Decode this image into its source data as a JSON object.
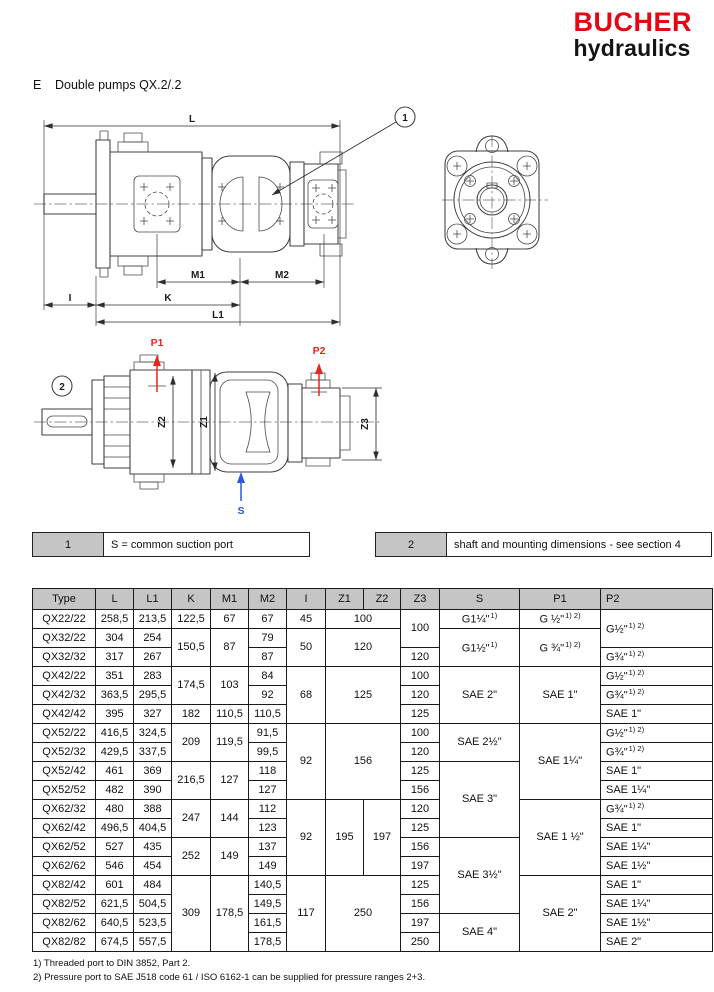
{
  "logo": {
    "brand": "BUCHER",
    "sub": "hydraulics"
  },
  "title": {
    "index": "E",
    "text": "Double pumps QX.2/.2"
  },
  "colors": {
    "brand_red": "#e30613",
    "port_red": "#e8251d",
    "suction_blue": "#2f55e4",
    "header_gray": "#c5c5c5"
  },
  "drawings": {
    "side_view": {
      "callout": "1",
      "dim_labels": {
        "L": "L",
        "M1": "M1",
        "M2": "M2",
        "I": "I",
        "K": "K",
        "L1": "L1"
      }
    },
    "port_view": {
      "callout": "2",
      "port_labels": {
        "P1": "P1",
        "P2": "P2",
        "S": "S"
      },
      "dim_labels": {
        "Z1": "Z1",
        "Z2": "Z2",
        "Z3": "Z3"
      }
    }
  },
  "legend": [
    {
      "num": "1",
      "text": "S = common suction port"
    },
    {
      "num": "2",
      "text": "shaft and mounting dimensions - see section 4"
    }
  ],
  "table": {
    "headers": [
      "Type",
      "L",
      "L1",
      "K",
      "M1",
      "M2",
      "I",
      "Z1",
      "Z2",
      "Z3",
      "S",
      "P1",
      "P2"
    ],
    "rows": [
      [
        {
          "t": "QX22/22"
        },
        {
          "t": "258,5"
        },
        {
          "t": "213,5"
        },
        {
          "t": "122,5"
        },
        {
          "t": "67"
        },
        {
          "t": "67"
        },
        {
          "t": "45"
        },
        {
          "t": "100",
          "cs": 2
        },
        {
          "t": "100",
          "rs": 2
        },
        {
          "t": "G1¼\"",
          "sup": "1)"
        },
        {
          "t": "G ½\"",
          "sup": "1) 2)"
        },
        {
          "t": "G½\"",
          "sup": "1) 2)",
          "rs": 2,
          "left": true
        }
      ],
      [
        {
          "t": "QX32/22"
        },
        {
          "t": "304"
        },
        {
          "t": "254"
        },
        {
          "t": "150,5",
          "rs": 2
        },
        {
          "t": "87",
          "rs": 2
        },
        {
          "t": "79"
        },
        {
          "t": "50",
          "rs": 2
        },
        {
          "t": "120",
          "cs": 2,
          "rs": 2
        },
        {
          "t": "G1½\"",
          "sup": "1)",
          "rs": 2
        },
        {
          "t": "G ¾\"",
          "sup": "1) 2)",
          "rs": 2
        }
      ],
      [
        {
          "t": "QX32/32"
        },
        {
          "t": "317"
        },
        {
          "t": "267"
        },
        {
          "t": "87"
        },
        {
          "t": "120"
        },
        {
          "t": "G¾\"",
          "sup": "1) 2)",
          "left": true
        }
      ],
      [
        {
          "t": "QX42/22"
        },
        {
          "t": "351"
        },
        {
          "t": "283"
        },
        {
          "t": "174,5",
          "rs": 2
        },
        {
          "t": "103",
          "rs": 2
        },
        {
          "t": "84"
        },
        {
          "t": "68",
          "rs": 3
        },
        {
          "t": "125",
          "cs": 2,
          "rs": 3
        },
        {
          "t": "100"
        },
        {
          "t": "SAE 2\"",
          "rs": 3
        },
        {
          "t": "SAE 1\"",
          "rs": 3
        },
        {
          "t": "G½\"",
          "sup": "1) 2)",
          "left": true
        }
      ],
      [
        {
          "t": "QX42/32"
        },
        {
          "t": "363,5"
        },
        {
          "t": "295,5"
        },
        {
          "t": "92"
        },
        {
          "t": "120"
        },
        {
          "t": "G¾\"",
          "sup": "1) 2)",
          "left": true
        }
      ],
      [
        {
          "t": "QX42/42"
        },
        {
          "t": "395"
        },
        {
          "t": "327"
        },
        {
          "t": "182"
        },
        {
          "t": "110,5"
        },
        {
          "t": "110,5"
        },
        {
          "t": "125"
        },
        {
          "t": "SAE 1\"",
          "left": true
        }
      ],
      [
        {
          "t": "QX52/22"
        },
        {
          "t": "416,5"
        },
        {
          "t": "324,5"
        },
        {
          "t": "209",
          "rs": 2
        },
        {
          "t": "119,5",
          "rs": 2
        },
        {
          "t": "91,5"
        },
        {
          "t": "92",
          "rs": 4
        },
        {
          "t": "156",
          "cs": 2,
          "rs": 4
        },
        {
          "t": "100"
        },
        {
          "t": "SAE 2½\"",
          "rs": 2
        },
        {
          "t": "SAE 1¼\"",
          "rs": 4
        },
        {
          "t": "G½\"",
          "sup": "1) 2)",
          "left": true
        }
      ],
      [
        {
          "t": "QX52/32"
        },
        {
          "t": "429,5"
        },
        {
          "t": "337,5"
        },
        {
          "t": "99,5"
        },
        {
          "t": "120"
        },
        {
          "t": "G¾\"",
          "sup": "1) 2)",
          "left": true
        }
      ],
      [
        {
          "t": "QX52/42"
        },
        {
          "t": "461"
        },
        {
          "t": "369"
        },
        {
          "t": "216,5",
          "rs": 2
        },
        {
          "t": "127",
          "rs": 2
        },
        {
          "t": "118"
        },
        {
          "t": "125"
        },
        {
          "t": "SAE 3\"",
          "rs": 4
        },
        {
          "t": "SAE 1\"",
          "left": true
        }
      ],
      [
        {
          "t": "QX52/52"
        },
        {
          "t": "482"
        },
        {
          "t": "390"
        },
        {
          "t": "127"
        },
        {
          "t": "156"
        },
        {
          "t": "SAE 1¼\"",
          "left": true
        }
      ],
      [
        {
          "t": "QX62/32"
        },
        {
          "t": "480"
        },
        {
          "t": "388"
        },
        {
          "t": "247",
          "rs": 2
        },
        {
          "t": "144",
          "rs": 2
        },
        {
          "t": "112"
        },
        {
          "t": "92",
          "rs": 4
        },
        {
          "t": "195",
          "rs": 4
        },
        {
          "t": "197",
          "rs": 4
        },
        {
          "t": "120"
        },
        {
          "t": "SAE 1 ½\"",
          "rs": 4
        },
        {
          "t": "G¾\"",
          "sup": "1) 2)",
          "left": true
        }
      ],
      [
        {
          "t": "QX62/42"
        },
        {
          "t": "496,5"
        },
        {
          "t": "404,5"
        },
        {
          "t": "123"
        },
        {
          "t": "125"
        },
        {
          "t": "SAE 1\"",
          "left": true
        }
      ],
      [
        {
          "t": "QX62/52"
        },
        {
          "t": "527"
        },
        {
          "t": "435"
        },
        {
          "t": "252",
          "rs": 2
        },
        {
          "t": "149",
          "rs": 2
        },
        {
          "t": "137"
        },
        {
          "t": "156"
        },
        {
          "t": "SAE 3½\"",
          "rs": 4
        },
        {
          "t": "SAE 1¼\"",
          "left": true
        }
      ],
      [
        {
          "t": "QX62/62"
        },
        {
          "t": "546"
        },
        {
          "t": "454"
        },
        {
          "t": "149"
        },
        {
          "t": "197"
        },
        {
          "t": "SAE 1½\"",
          "left": true
        }
      ],
      [
        {
          "t": "QX82/42"
        },
        {
          "t": "601"
        },
        {
          "t": "484"
        },
        {
          "t": "309",
          "rs": 4
        },
        {
          "t": "178,5",
          "rs": 4
        },
        {
          "t": "140,5"
        },
        {
          "t": "117",
          "rs": 4
        },
        {
          "t": "250",
          "cs": 2,
          "rs": 4
        },
        {
          "t": "125"
        },
        {
          "t": "SAE 2\"",
          "rs": 4
        },
        {
          "t": "SAE 1\"",
          "left": true
        }
      ],
      [
        {
          "t": "QX82/52"
        },
        {
          "t": "621,5"
        },
        {
          "t": "504,5"
        },
        {
          "t": "149,5"
        },
        {
          "t": "156"
        },
        {
          "t": "SAE 1¼\"",
          "left": true
        }
      ],
      [
        {
          "t": "QX82/62"
        },
        {
          "t": "640,5"
        },
        {
          "t": "523,5"
        },
        {
          "t": "161,5"
        },
        {
          "t": "197"
        },
        {
          "t": "SAE 4\"",
          "rs": 2
        },
        {
          "t": "SAE 1½\"",
          "left": true
        }
      ],
      [
        {
          "t": "QX82/82"
        },
        {
          "t": "674,5"
        },
        {
          "t": "557,5"
        },
        {
          "t": "178,5"
        },
        {
          "t": "250"
        },
        {
          "t": "SAE 2\"",
          "left": true
        }
      ]
    ]
  },
  "footnotes": [
    "1) Threaded port to DIN 3852, Part 2.",
    "2) Pressure port to SAE J518 code 61 / ISO 6162-1 can be supplied for pressure ranges 2+3."
  ]
}
